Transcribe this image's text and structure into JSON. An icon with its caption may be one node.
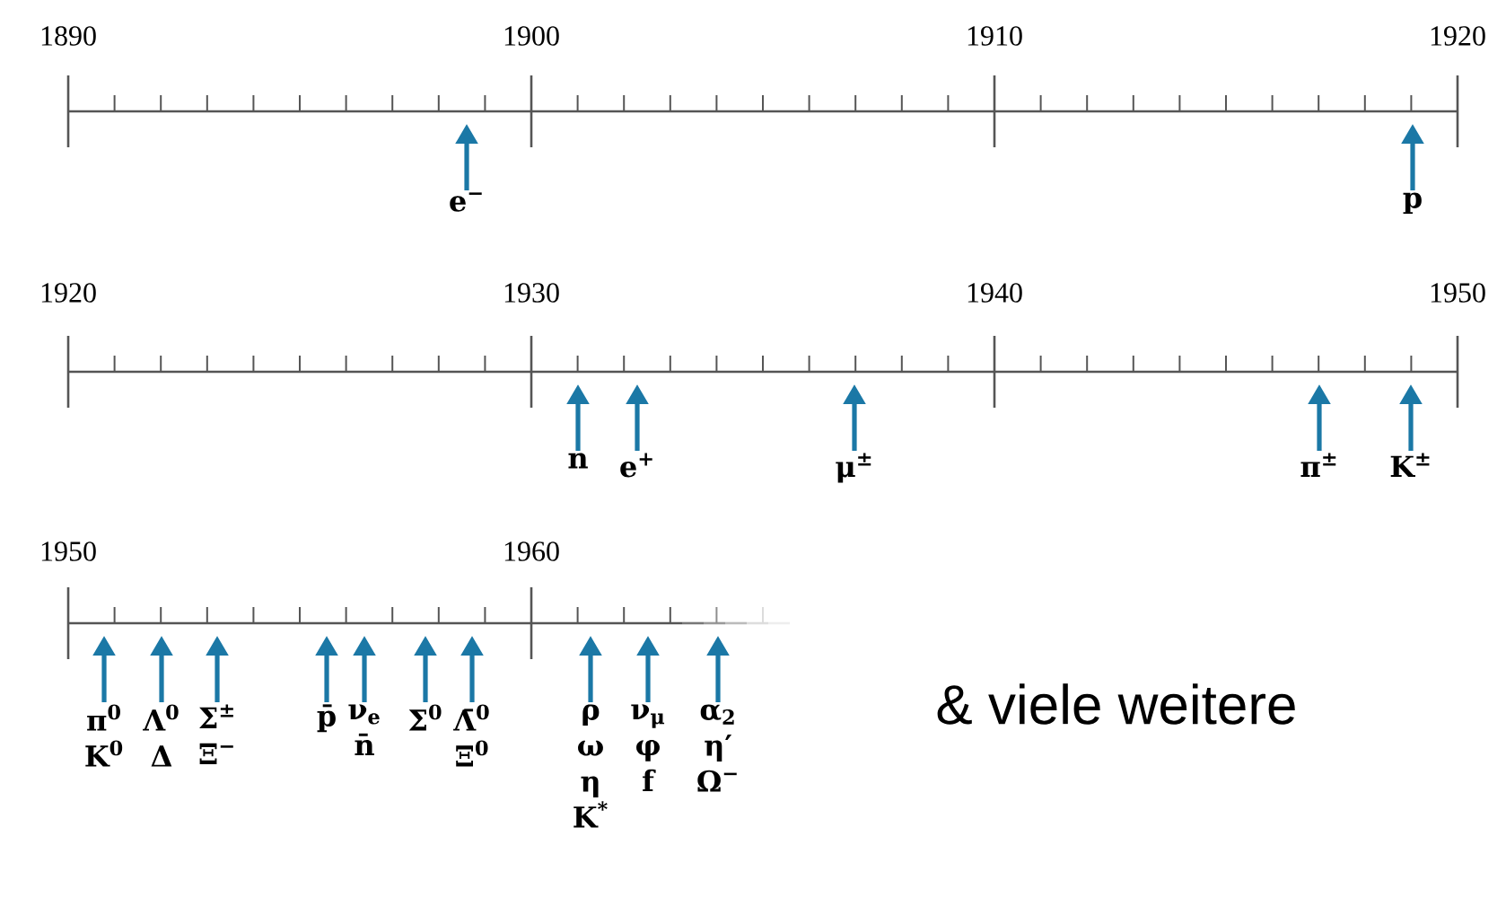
{
  "diagram": {
    "nodes": [
      {
        "text": [
          "e$^{−}$"
        ]
      },
      {
        "text": [
          "p"
        ]
      },
      {
        "text": [
          "n"
        ]
      },
      {
        "text": [
          "e$^{+}$"
        ]
      },
      {
        "text": [
          "μ$^{±}$"
        ]
      },
      {
        "text": [
          "π$^{±}$"
        ]
      },
      {
        "text": [
          "K$^{±}$"
        ]
      },
      {
        "text": [
          "π$^{0}$",
          "K$^{0}$"
        ]
      },
      {
        "text": [
          "Λ$^{0}$",
          "Δ"
        ]
      },
      {
        "text": [
          "Σ$^{±}$",
          "Ξ$^{−}$"
        ]
      },
      {
        "text": [
          "p̄"
        ]
      },
      {
        "text": [
          "ν$_{e}$",
          "n̄"
        ]
      },
      {
        "text": [
          "Σ$^{0}$"
        ]
      },
      {
        "text": [
          "Λ̄$^{0}$",
          "Ξ$^{0}$"
        ]
      },
      {
        "text": [
          "ρ",
          "ω",
          "η",
          "K$^{*}$"
        ]
      },
      {
        "text": [
          "ν$_{μ}$",
          "φ",
          "f"
        ]
      },
      {
        "text": [
          "α$_{2}$",
          "η′",
          "Ω$^{−}$"
        ]
      }
    ],
    "edges": [
      {
        "from": 0,
        "to": null,
        "arrow": "to"
      },
      {
        "from": 1,
        "to": null,
        "arrow": "to"
      },
      {
        "from": 2,
        "to": null,
        "arrow": "to"
      },
      {
        "from": 3,
        "to": null,
        "arrow": "to"
      },
      {
        "from": 4,
        "to": null,
        "arrow": "to"
      },
      {
        "from": 5,
        "to": null,
        "arrow": "to"
      },
      {
        "from": 6,
        "to": null,
        "arrow": "to"
      },
      {
        "from": 7,
        "to": null,
        "arrow": "to"
      },
      {
        "from": 8,
        "to": null,
        "arrow": "to"
      },
      {
        "from": 9,
        "to": null,
        "arrow": "to"
      },
      {
        "from": 10,
        "to": null,
        "arrow": "to"
      },
      {
        "from": 11,
        "to": null,
        "arrow": "to"
      },
      {
        "from": 12,
        "to": null,
        "arrow": "to"
      },
      {
        "from": 13,
        "to": null,
        "arrow": "to"
      },
      {
        "from": 14,
        "to": null,
        "arrow": "to"
      },
      {
        "from": 15,
        "to": null,
        "arrow": "to"
      },
      {
        "from": 16,
        "to": null,
        "arrow": "to"
      }
    ],
    "labels": [
      "1890",
      "1900",
      "1910",
      "1920",
      "1920",
      "1930",
      "1940",
      "1950",
      "1950",
      "1960",
      "& viele weitere"
    ]
  }
}
